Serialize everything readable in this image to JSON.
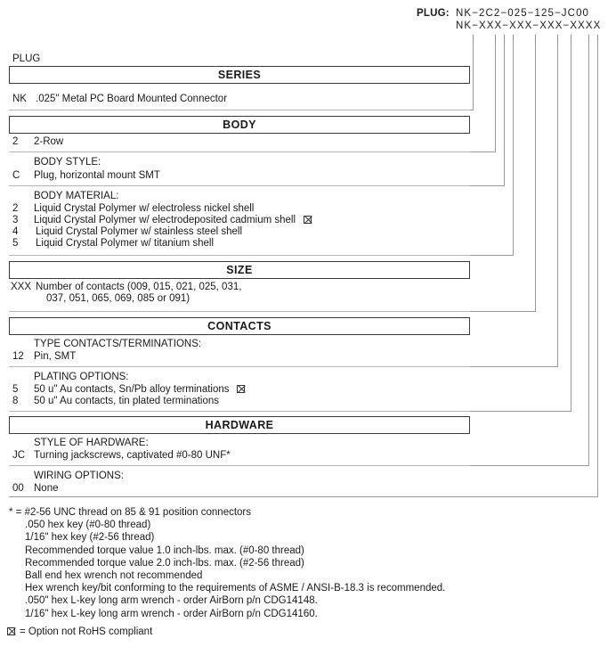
{
  "part_number": {
    "label": "PLUG:",
    "example": "NK−2C2−025−125−JC00",
    "template": "NK−XXX−XXX−XXX−XXXX"
  },
  "plug_caption": "PLUG",
  "sections": [
    {
      "title": "SERIES",
      "rows": [
        {
          "code": "NK",
          "desc": ".025\" Metal PC Board Mounted Connector",
          "rohs_flag": false
        }
      ]
    },
    {
      "title": "BODY",
      "rows": [
        {
          "code": "2",
          "desc": "2-Row",
          "rohs_flag": false
        }
      ],
      "groups": [
        {
          "label": "BODY STYLE:",
          "rows": [
            {
              "code": "C",
              "desc": "Plug, horizontal mount SMT",
              "rohs_flag": false
            }
          ]
        },
        {
          "label": "BODY MATERIAL:",
          "rows": [
            {
              "code": "2",
              "desc": "Liquid Crystal Polymer w/ electroless nickel shell",
              "rohs_flag": false
            },
            {
              "code": "3",
              "desc": "Liquid Crystal Polymer w/ electrodeposited  cadmium shell",
              "rohs_flag": true
            },
            {
              "code": "4",
              "desc": "Liquid Crystal Polymer w/ stainless steel shell",
              "rohs_flag": false
            },
            {
              "code": "5",
              "desc": "Liquid Crystal Polymer w/ titanium shell",
              "rohs_flag": false
            }
          ]
        }
      ]
    },
    {
      "title": "SIZE",
      "rows": [
        {
          "code": "XXX",
          "desc": "Number of contacts (009, 015, 021, 025, 031,",
          "rohs_flag": false
        },
        {
          "code": "",
          "desc": "037, 051, 065, 069, 085 or 091)",
          "rohs_flag": false
        }
      ]
    },
    {
      "title": "CONTACTS",
      "groups": [
        {
          "label": "TYPE CONTACTS/TERMINATIONS:",
          "rows": [
            {
              "code": "12",
              "desc": "Pin, SMT",
              "rohs_flag": false
            }
          ]
        },
        {
          "label": "PLATING OPTIONS:",
          "rows": [
            {
              "code": "5",
              "desc": "50 u\" Au contacts, Sn/Pb alloy terminations",
              "rohs_flag": true
            },
            {
              "code": "8",
              "desc": "50 u\" Au contacts, tin plated terminations",
              "rohs_flag": false
            }
          ]
        }
      ]
    },
    {
      "title": "HARDWARE",
      "groups": [
        {
          "label": "STYLE OF HARDWARE:",
          "rows": [
            {
              "code": "JC",
              "desc": "Turning jackscrews, captivated #0-80 UNF*",
              "rohs_flag": false
            }
          ]
        },
        {
          "label": "WIRING OPTIONS:",
          "rows": [
            {
              "code": "00",
              "desc": "None",
              "rohs_flag": false
            }
          ]
        }
      ]
    }
  ],
  "footnotes": [
    "* = #2-56 UNC thread on 85 & 91 position connectors",
    ".050 hex key (#0-80 thread)",
    "1/16\" hex key (#2-56 thread)",
    "Recommended torque value 1.0 inch-lbs. max. (#0-80 thread)",
    "Recommended torque value 2.0 inch-lbs. max. (#2-56 thread)",
    "Ball end hex wrench not recommended",
    "Hex wrench key/bit conforming to the requirements of ASME / ANSI-B-18.3 is recommended.",
    ".050\" hex L-key long arm wrench - order AirBorn p/n CDG14148.",
    "1/16\" hex L-key long arm wrench - order AirBorn p/n CDG14160."
  ],
  "rohs_legend": "= Option not RoHS compliant",
  "colors": {
    "box_border": "#3a3a3a",
    "rule": "#b4b4b4",
    "leader": "#9a9a9a",
    "text": "#1a1a1a"
  }
}
